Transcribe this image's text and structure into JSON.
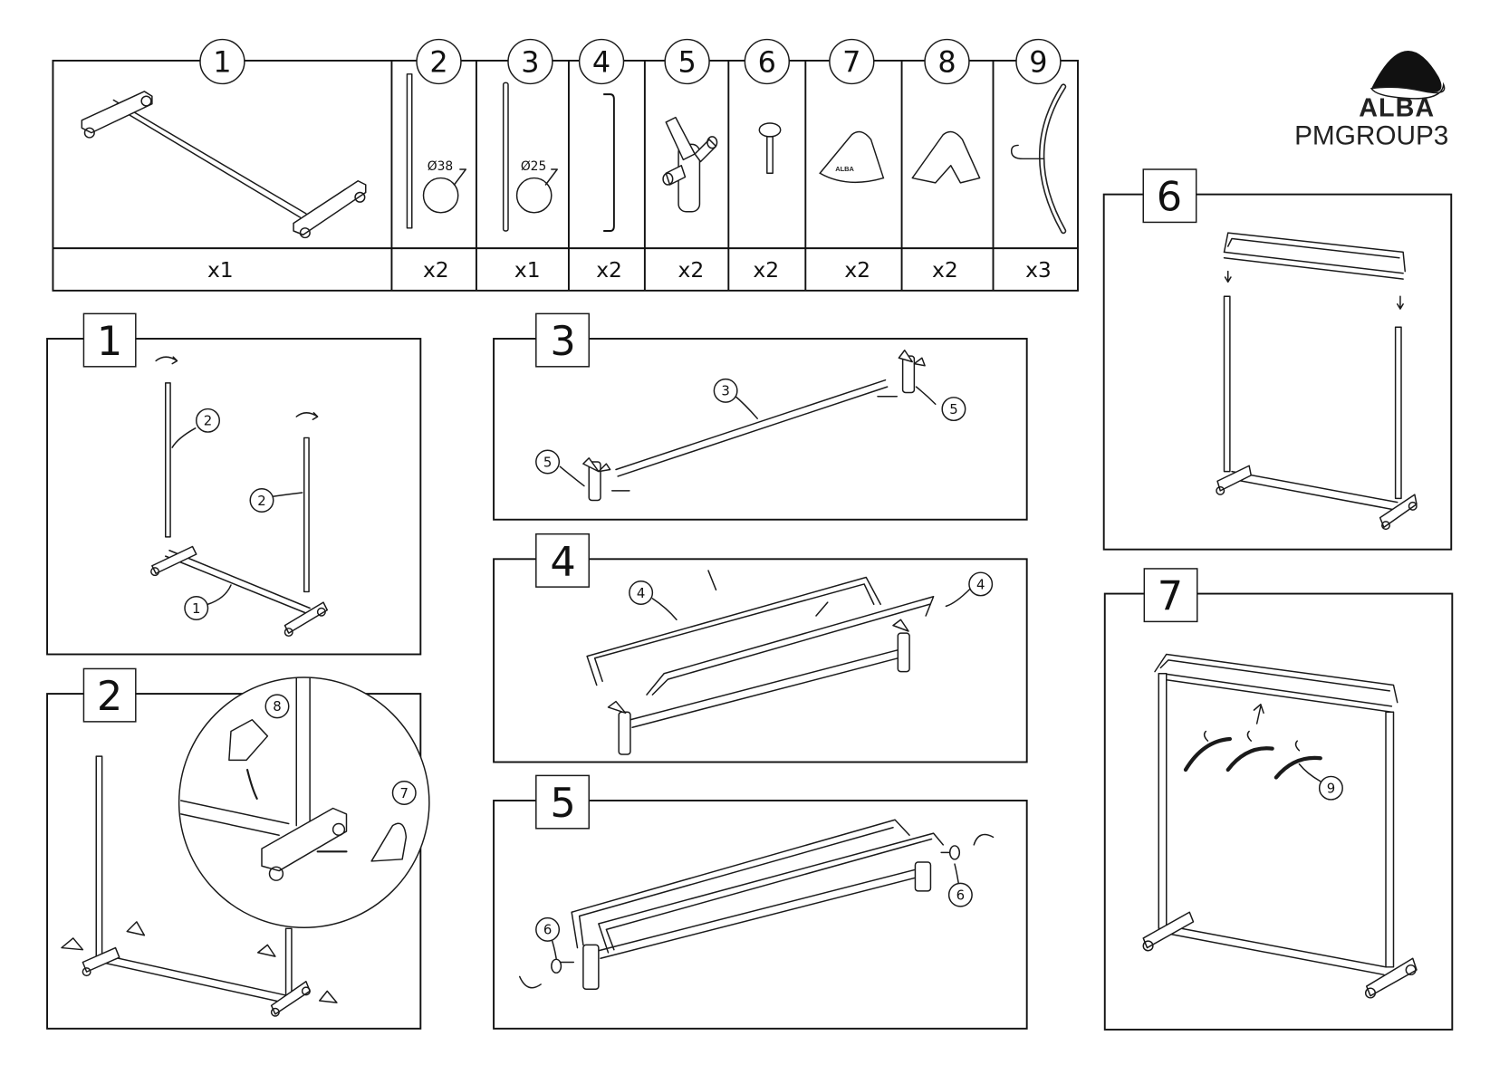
{
  "brand": {
    "logo_text": "ALBA",
    "model": "PMGROUP3"
  },
  "parts": [
    {
      "number": "1",
      "qty": "x1"
    },
    {
      "number": "2",
      "qty": "x2",
      "diameter": "Ø38"
    },
    {
      "number": "3",
      "qty": "x1",
      "diameter": "Ø25"
    },
    {
      "number": "4",
      "qty": "x2"
    },
    {
      "number": "5",
      "qty": "x2"
    },
    {
      "number": "6",
      "qty": "x2"
    },
    {
      "number": "7",
      "qty": "x2",
      "logo_text": "ALBA"
    },
    {
      "number": "8",
      "qty": "x2"
    },
    {
      "number": "9",
      "qty": "x3"
    }
  ],
  "steps": [
    {
      "number": "1",
      "callouts": [
        "2",
        "2",
        "1"
      ]
    },
    {
      "number": "2",
      "callouts": [
        "8",
        "7"
      ]
    },
    {
      "number": "3",
      "callouts": [
        "3",
        "5",
        "5"
      ]
    },
    {
      "number": "4",
      "callouts": [
        "4",
        "4"
      ]
    },
    {
      "number": "5",
      "callouts": [
        "6",
        "6"
      ]
    },
    {
      "number": "6",
      "callouts": []
    },
    {
      "number": "7",
      "callouts": [
        "9"
      ]
    }
  ]
}
